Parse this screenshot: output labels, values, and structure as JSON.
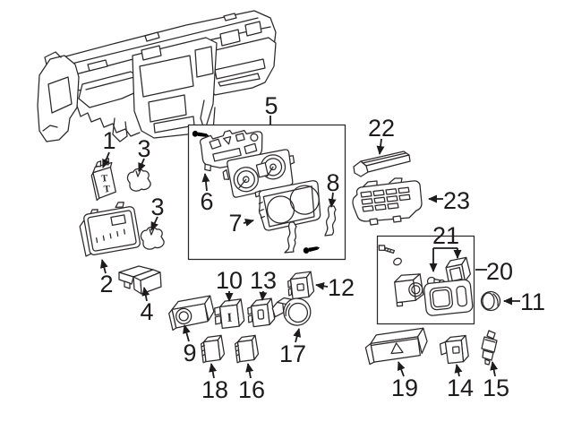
{
  "canvas": {
    "background": "#ffffff",
    "line_color": "#2b2828",
    "label_color": "#1d1b1b"
  },
  "callouts": {
    "c1": "1",
    "c2": "2",
    "c3a": "3",
    "c3b": "3",
    "c4": "4",
    "c5": "5",
    "c6": "6",
    "c7": "7",
    "c8": "8",
    "c9": "9",
    "c10": "10",
    "c11": "11",
    "c12": "12",
    "c13": "13",
    "c14": "14",
    "c15": "15",
    "c16": "16",
    "c17": "17",
    "c18": "18",
    "c19": "19",
    "c20": "20",
    "c21": "21",
    "c22": "22",
    "c23": "23"
  },
  "glyphs": {
    "part1_t1": "T",
    "part1_t2": "T",
    "part10_i": "I"
  }
}
